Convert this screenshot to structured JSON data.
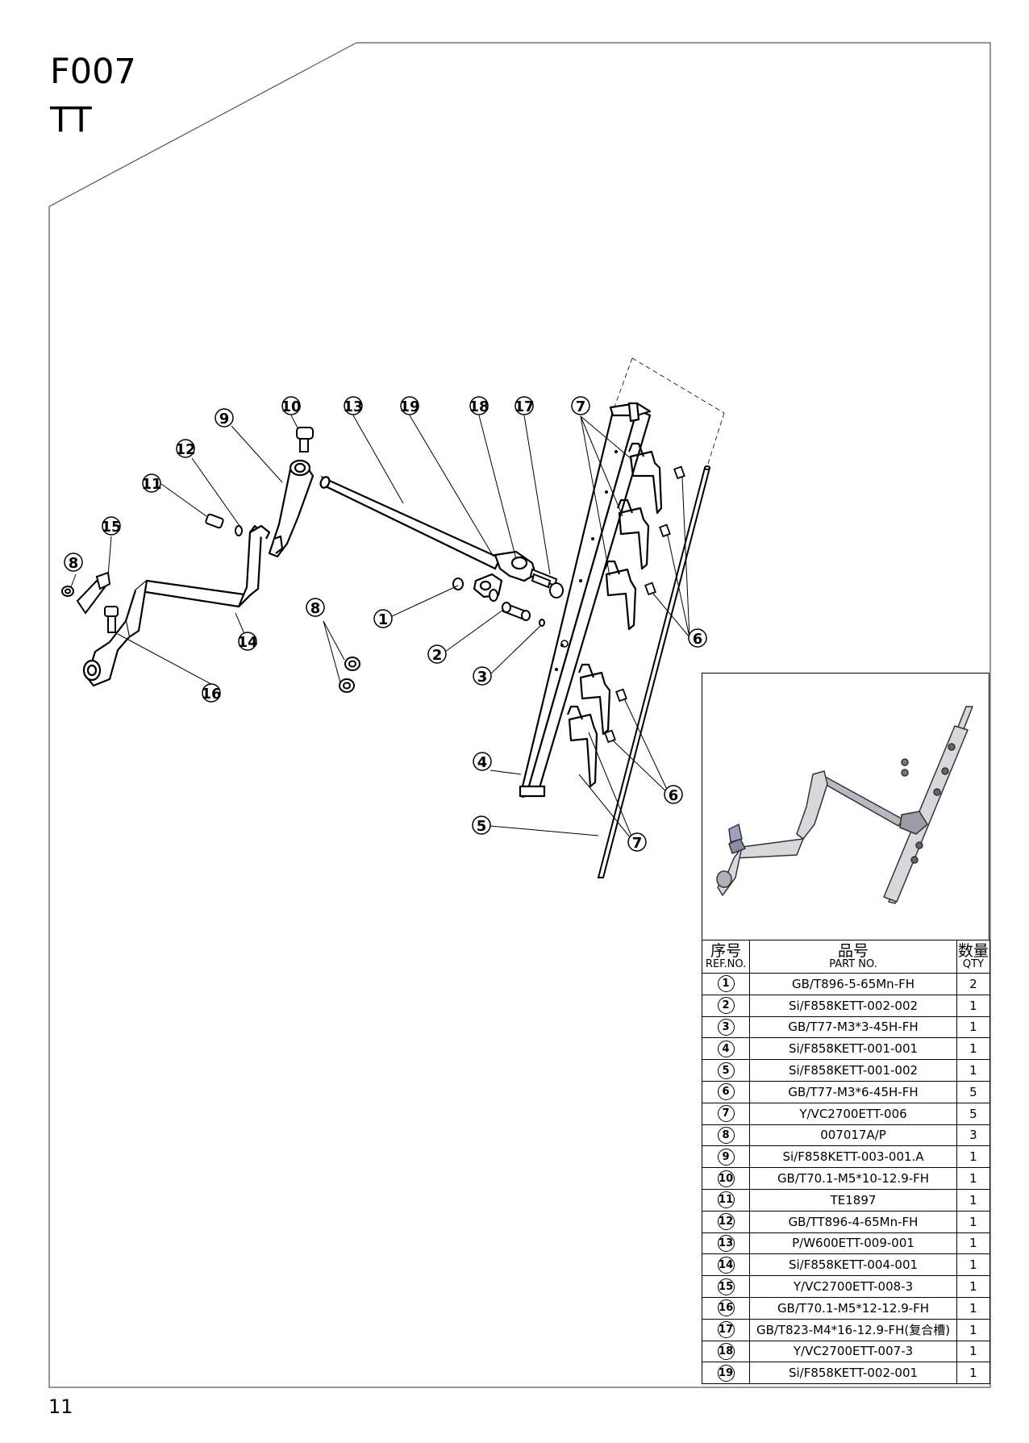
{
  "header": {
    "code": "F007",
    "subtitle": "TT"
  },
  "page_number": "11",
  "table": {
    "headers": {
      "ref_cn": "序号",
      "ref_en": "REF.NO.",
      "part_cn": "品号",
      "part_en": "PART NO.",
      "qty_cn": "数量",
      "qty_en": "QTY"
    },
    "rows": [
      {
        "ref": "1",
        "part": "GB/T896-5-65Mn-FH",
        "qty": "2"
      },
      {
        "ref": "2",
        "part": "Si/F858KETT-002-002",
        "qty": "1"
      },
      {
        "ref": "3",
        "part": "GB/T77-M3*3-45H-FH",
        "qty": "1"
      },
      {
        "ref": "4",
        "part": "Si/F858KETT-001-001",
        "qty": "1"
      },
      {
        "ref": "5",
        "part": "Si/F858KETT-001-002",
        "qty": "1"
      },
      {
        "ref": "6",
        "part": "GB/T77-M3*6-45H-FH",
        "qty": "5"
      },
      {
        "ref": "7",
        "part": "Y/VC2700ETT-006",
        "qty": "5"
      },
      {
        "ref": "8",
        "part": "007017A/P",
        "qty": "3"
      },
      {
        "ref": "9",
        "part": "Si/F858KETT-003-001.A",
        "qty": "1"
      },
      {
        "ref": "10",
        "part": "GB/T70.1-M5*10-12.9-FH",
        "qty": "1"
      },
      {
        "ref": "11",
        "part": "TE1897",
        "qty": "1"
      },
      {
        "ref": "12",
        "part": "GB/TT896-4-65Mn-FH",
        "qty": "1"
      },
      {
        "ref": "13",
        "part": "P/W600ETT-009-001",
        "qty": "1"
      },
      {
        "ref": "14",
        "part": "Si/F858KETT-004-001",
        "qty": "1"
      },
      {
        "ref": "15",
        "part": "Y/VC2700ETT-008-3",
        "qty": "1"
      },
      {
        "ref": "16",
        "part": "GB/T70.1-M5*12-12.9-FH",
        "qty": "1"
      },
      {
        "ref": "17",
        "part": "GB/T823-M4*16-12.9-FH(复合槽)",
        "qty": "1"
      },
      {
        "ref": "18",
        "part": "Y/VC2700ETT-007-3",
        "qty": "1"
      },
      {
        "ref": "19",
        "part": "Si/F858KETT-002-001",
        "qty": "1"
      }
    ]
  },
  "callouts": [
    "10",
    "13",
    "19",
    "18",
    "17",
    "7",
    "9",
    "12",
    "11",
    "15",
    "8",
    "14",
    "16",
    "1",
    "2",
    "3",
    "6",
    "4",
    "6",
    "5",
    "7",
    "8"
  ]
}
